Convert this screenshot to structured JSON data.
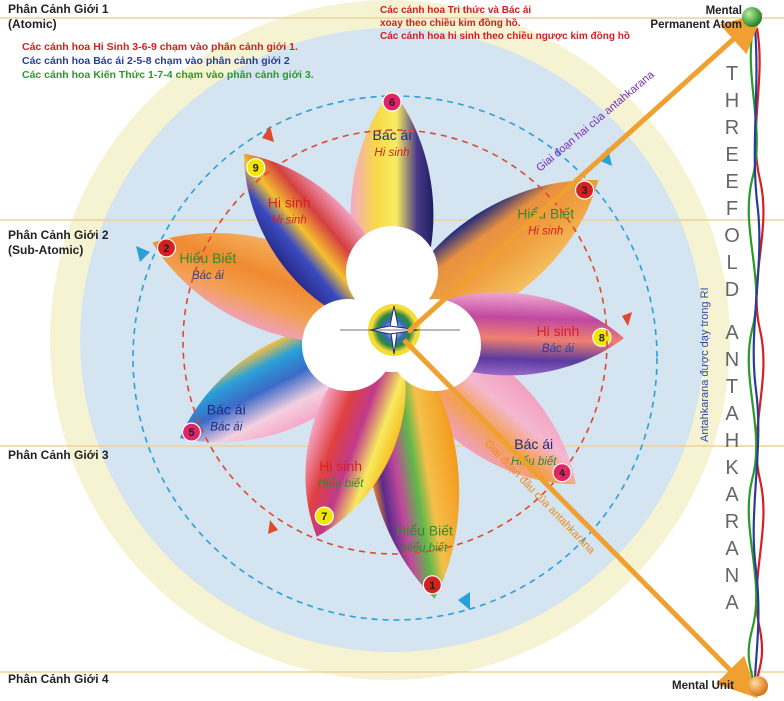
{
  "planes": [
    {
      "title": "Phân Cảnh Giới 1",
      "sub": "(Atomic)"
    },
    {
      "title": "Phân Cảnh Giới 2",
      "sub": "(Sub-Atomic)"
    },
    {
      "title": "Phân Cảnh Giới 3",
      "sub": ""
    },
    {
      "title": "Phân Cảnh Giới 4",
      "sub": ""
    }
  ],
  "legend": [
    {
      "text": "Các cánh hoa Hi Sinh 3-6-9 chạm vào phân cảnh giới 1.",
      "color": "#d42020"
    },
    {
      "text": "Các cánh hoa Bác ái 2-5-8 chạm vào phân cảnh giới 2",
      "color": "#2a3c9a"
    },
    {
      "text": "Các cánh hoa Kiến Thức 1-7-4 chạm vào phân cảnh giới 3.",
      "color": "#2a9a2a"
    }
  ],
  "rotation_note": [
    "Các cánh hoa Tri thức và Bác ái",
    "xoay theo chiều kim đồng hồ.",
    "Các cánh hoa hi sinh theo chiều ngược kim đồng hồ"
  ],
  "mental_permanent_atom": [
    "Mental",
    "Permanent Atom"
  ],
  "mental_unit": "Mental Unit",
  "threefold": [
    "THREEFOLD",
    "ANTAHKARANA"
  ],
  "antahkarana_ri": "Antahkarana được dạy trong RI",
  "stage_two": "Giai đoạn hai của antahkarana",
  "stage_one": "Giai đoạn đầu của antahkarana",
  "petals": [
    {
      "number": "1",
      "name": "Hiểu Biết",
      "sub": "Hiểu biết",
      "name_color": "#2e8b2e",
      "sub_color": "#2e8b2e",
      "badge": "#d42020",
      "badge_text": "#222222"
    },
    {
      "number": "2",
      "name": "Hiểu Biết",
      "sub": "Bác ái",
      "name_color": "#2e8b2e",
      "sub_color": "#2a3c9a",
      "badge": "#d42020",
      "badge_text": "#222222"
    },
    {
      "number": "3",
      "name": "Hiểu Biết",
      "sub": "Hi sinh",
      "name_color": "#2e8b2e",
      "sub_color": "#d42020",
      "badge": "#d42020",
      "badge_text": "#222222"
    },
    {
      "number": "4",
      "name": "Bác ái",
      "sub": "Hiểu biết",
      "name_color": "#1e2a80",
      "sub_color": "#2e8b2e",
      "badge": "#e0246a",
      "badge_text": "#222222"
    },
    {
      "number": "5",
      "name": "Bác ái",
      "sub": "Bác ái",
      "name_color": "#1e2a80",
      "sub_color": "#1e2a80",
      "badge": "#e0246a",
      "badge_text": "#222222"
    },
    {
      "number": "6",
      "name": "Bác ái",
      "sub": "Hi sinh",
      "name_color": "#1e2a80",
      "sub_color": "#d42020",
      "badge": "#e0246a",
      "badge_text": "#222222"
    },
    {
      "number": "7",
      "name": "Hi sinh",
      "sub": "Hiểu biết",
      "name_color": "#d42020",
      "sub_color": "#2e8b2e",
      "badge": "#f2e600",
      "badge_text": "#222222"
    },
    {
      "number": "8",
      "name": "Hi sinh",
      "sub": "Bác ái",
      "name_color": "#d42020",
      "sub_color": "#2a3c9a",
      "badge": "#f2e600",
      "badge_text": "#222222"
    },
    {
      "number": "9",
      "name": "Hi sinh",
      "sub": "Hi sinh",
      "name_color": "#d42020",
      "sub_color": "#d42020",
      "badge": "#f2e600",
      "badge_text": "#222222"
    }
  ],
  "colors": {
    "outer_disc": "#f5f3d2",
    "inner_disc": "#d4e4f0",
    "plane_line": "#f0d29a",
    "arrow_orange": "#f0a030",
    "dash_red": "#dd4a30",
    "dash_blue": "#2aa0d8",
    "stage_two_text": "#7a28b8",
    "stage_one_text": "#f08a18",
    "ri_text": "#2a4aa0",
    "threefold_text": "#666666",
    "green_ball": "#2aa02a",
    "orange_ball": "#f08a28"
  }
}
